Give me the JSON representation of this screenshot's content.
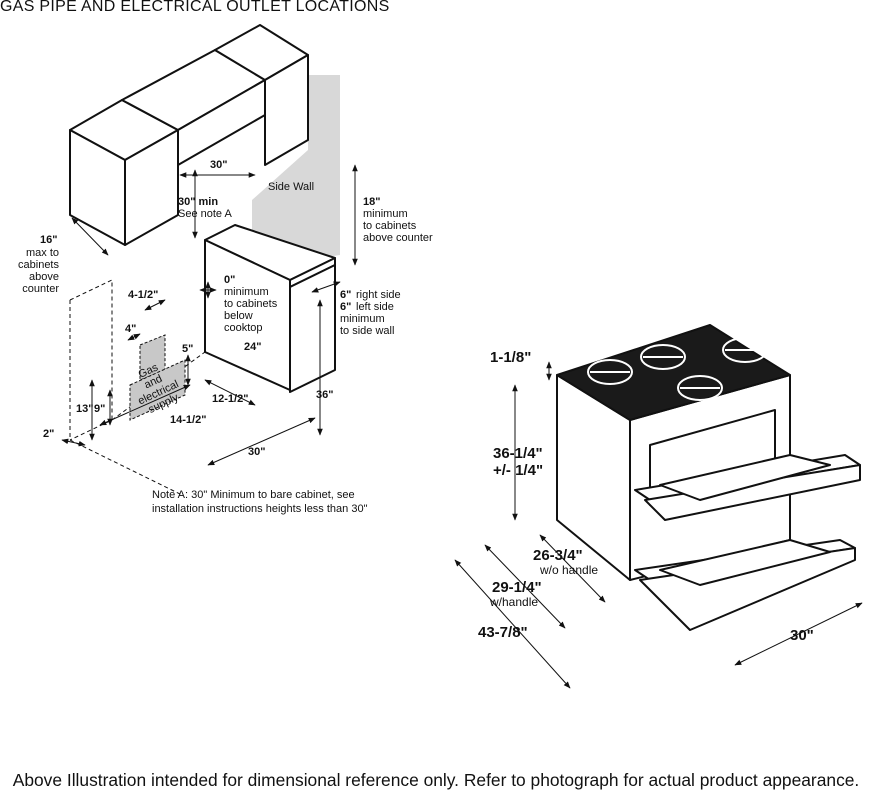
{
  "title": "GAS PIPE AND ELECTRICAL OUTLET LOCATIONS",
  "footer": "Above Illustration intended for dimensional reference only. Refer to photograph for actual product appearance.",
  "colors": {
    "wall_gray": "#d8d8d8",
    "supply_gray": "#c8c8c8",
    "stroke": "#111111"
  },
  "left": {
    "dim_30_top": "30\"",
    "min30": "30\" min",
    "see_note_a": "See note A",
    "side_wall": "Side Wall",
    "d18": "18\"",
    "d18_line1": "minimum",
    "d18_line2": "to cabinets",
    "d18_line3": "above counter",
    "d16": "16\"",
    "d16_line1": "max to",
    "d16_line2": "cabinets",
    "d16_line3": "above",
    "d16_line4": "counter",
    "d0": "0\"",
    "d0_line1": "minimum",
    "d0_line2": "to cabinets",
    "d0_line3": "below",
    "d0_line4": "cooktop",
    "d6_right": "6\"",
    "d6_right_text": "right side",
    "d6_left": "6\"",
    "d6_left_text": "left side",
    "d6_line1": "minimum",
    "d6_line2": "to side wall",
    "d4_12": "4-1/2\"",
    "d4": "4\"",
    "d5": "5\"",
    "d24": "24\"",
    "d13": "13\"",
    "d9": "9\"",
    "supply_1": "Gas",
    "supply_2": "and",
    "supply_3": "electrical",
    "supply_4": "supply",
    "d12_12": "12-1/2\"",
    "d14_12": "14-1/2\"",
    "d36": "36\"",
    "d2": "2\"",
    "d30_bottom": "30\"",
    "note_line1": "Note A: 30\" Minimum to bare cabinet, see",
    "note_line2": "installation instructions heights less than 30\""
  },
  "right": {
    "d1_18": "1-1/8\"",
    "d36_14": "36-1/4\"",
    "d36_14_tol": "+/- 1/4\"",
    "d26_34": "26-3/4\"",
    "d26_sub": "w/o handle",
    "d29_14": "29-1/4\"",
    "d29_sub": "w/handle",
    "d43_78": "43-7/8\"",
    "d30": "30\""
  }
}
